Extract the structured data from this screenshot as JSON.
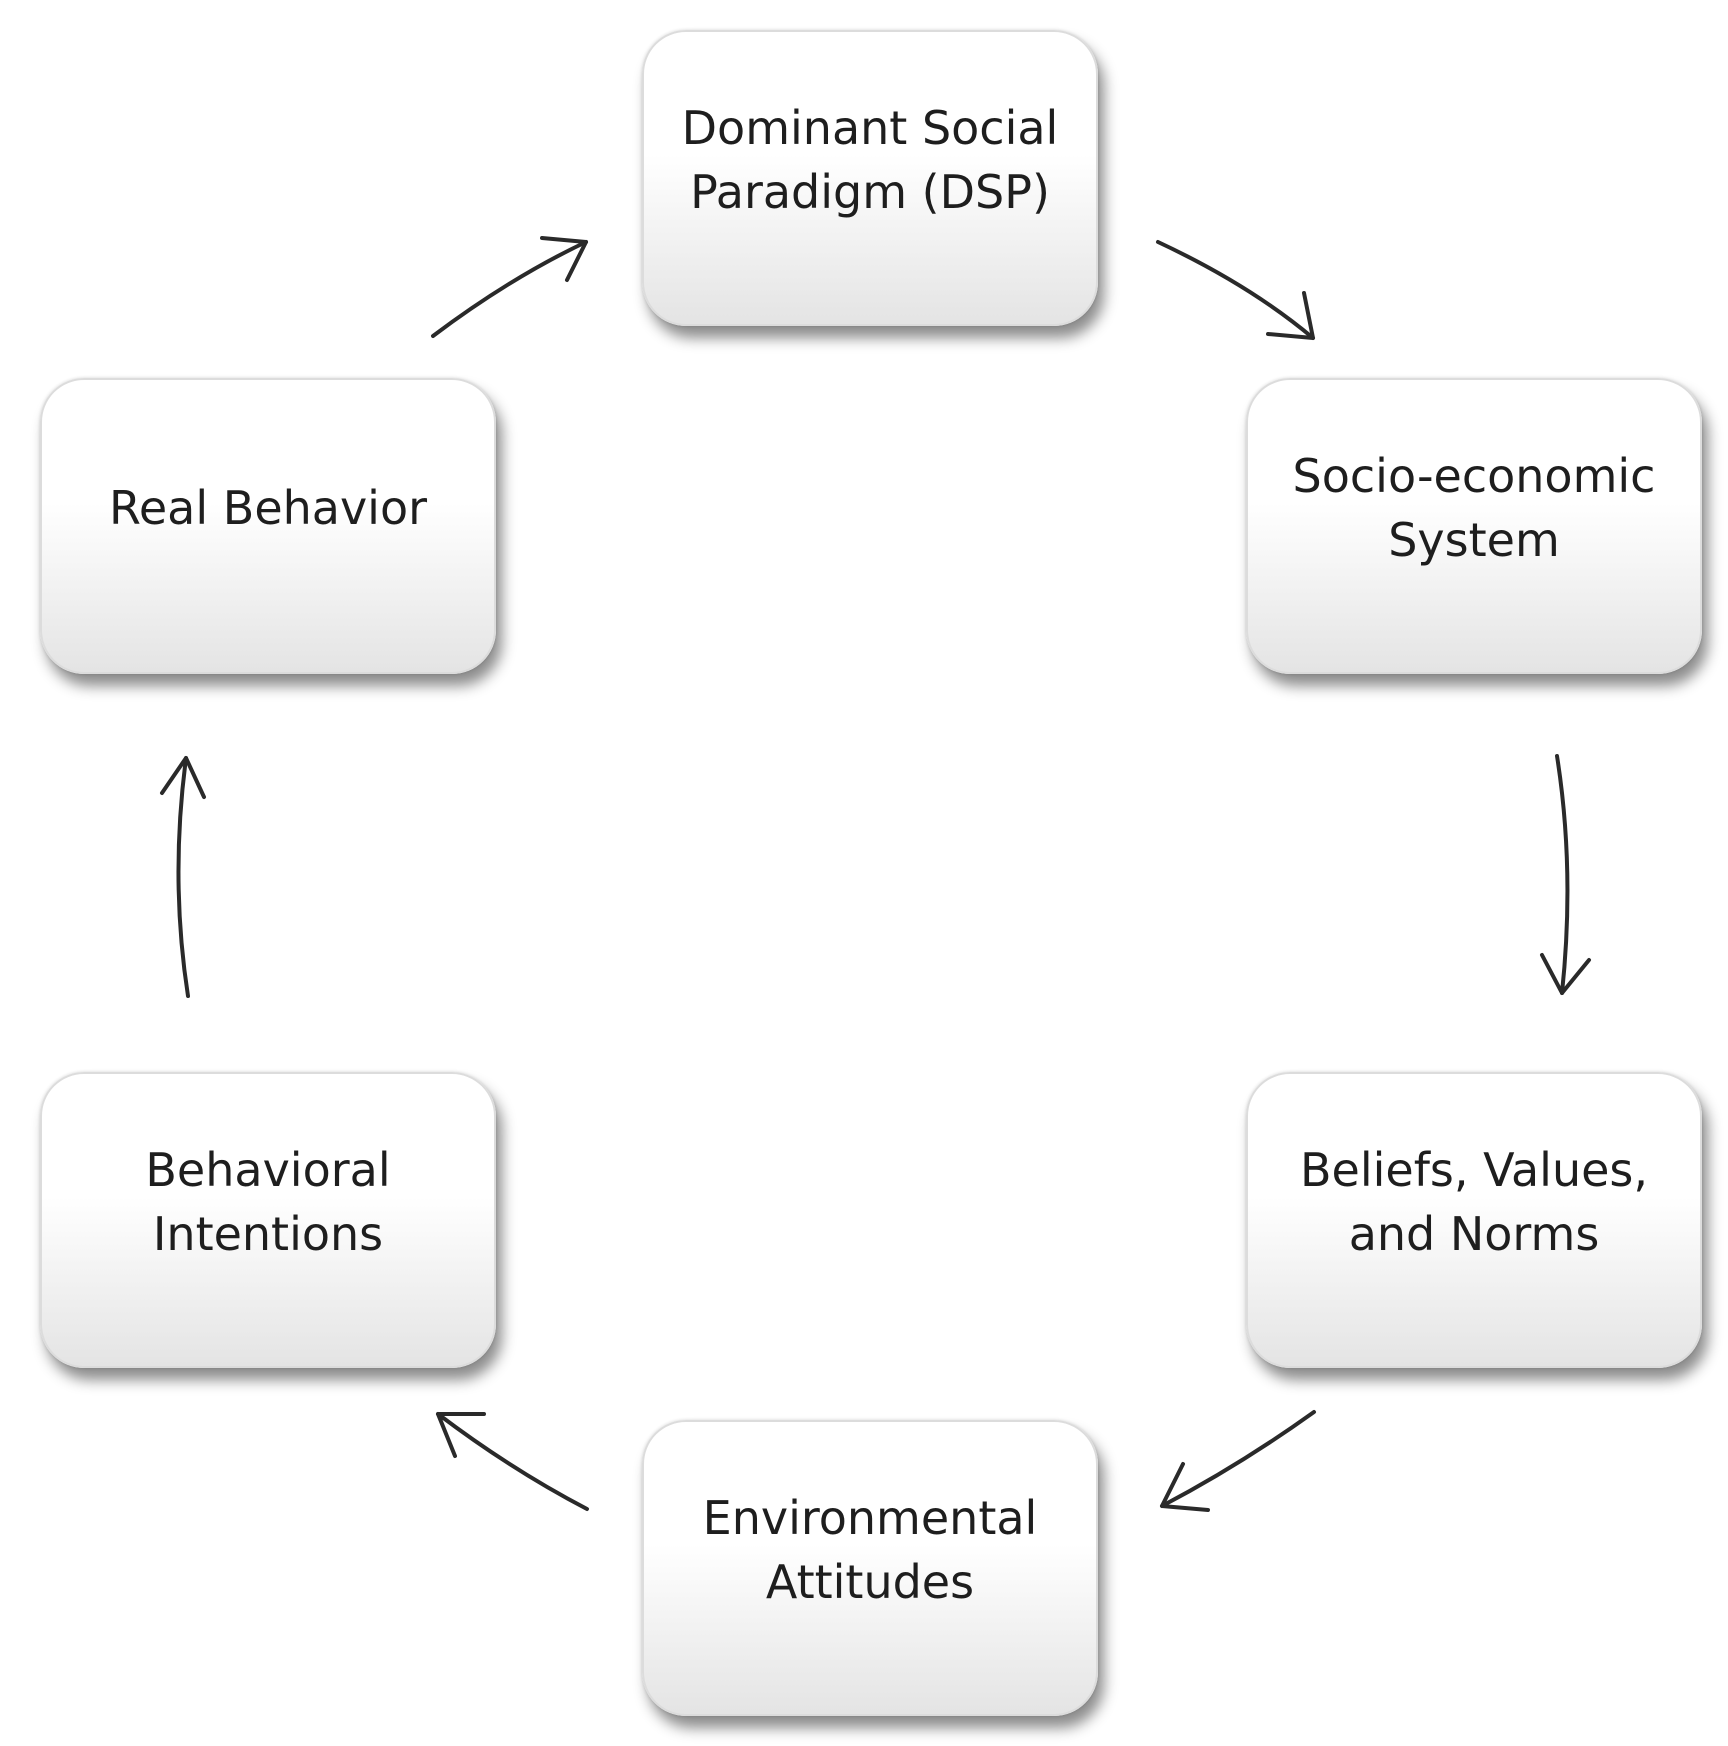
{
  "diagram": {
    "nodes": [
      {
        "id": "dsp",
        "label": "Dominant Social Paradigm (DSP)"
      },
      {
        "id": "socio",
        "label": "Socio-economic System"
      },
      {
        "id": "beliefs",
        "label": "Beliefs, Values, and Norms"
      },
      {
        "id": "attitudes",
        "label": "Environmental Attitudes"
      },
      {
        "id": "intentions",
        "label": "Behavioral Intentions"
      },
      {
        "id": "behavior",
        "label": "Real Behavior"
      }
    ],
    "edges": [
      {
        "from": "dsp",
        "to": "socio"
      },
      {
        "from": "socio",
        "to": "beliefs"
      },
      {
        "from": "beliefs",
        "to": "attitudes"
      },
      {
        "from": "attitudes",
        "to": "intentions"
      },
      {
        "from": "intentions",
        "to": "behavior"
      },
      {
        "from": "behavior",
        "to": "dsp"
      }
    ],
    "colors": {
      "box_border": "#dcdcdc",
      "box_fill_top": "#ffffff",
      "box_fill_bottom": "#e4e4e4",
      "text": "#1e1e1e",
      "arrow": "#2a2a2a"
    }
  }
}
